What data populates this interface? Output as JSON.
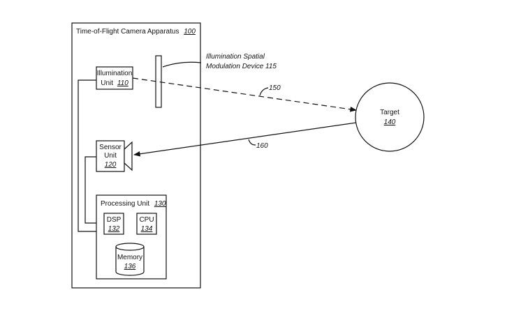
{
  "apparatus": {
    "title": "Time-of-Flight Camera Apparatus",
    "ref": "100"
  },
  "modulation_device": {
    "line1": "Illumination Spatial",
    "line2": "Modulation Device 115"
  },
  "illumination": {
    "line1": "Illumination",
    "line2": "Unit",
    "ref": "110"
  },
  "sensor": {
    "line1": "Sensor",
    "line2": "Unit",
    "ref": "120"
  },
  "processing": {
    "title": "Processing Unit",
    "ref": "130"
  },
  "dsp": {
    "label": "DSP",
    "ref": "132"
  },
  "cpu": {
    "label": "CPU",
    "ref": "134"
  },
  "memory": {
    "label": "Memory",
    "ref": "136"
  },
  "target": {
    "label": "Target",
    "ref": "140"
  },
  "beam_out": {
    "ref": "150"
  },
  "beam_in": {
    "ref": "160"
  }
}
